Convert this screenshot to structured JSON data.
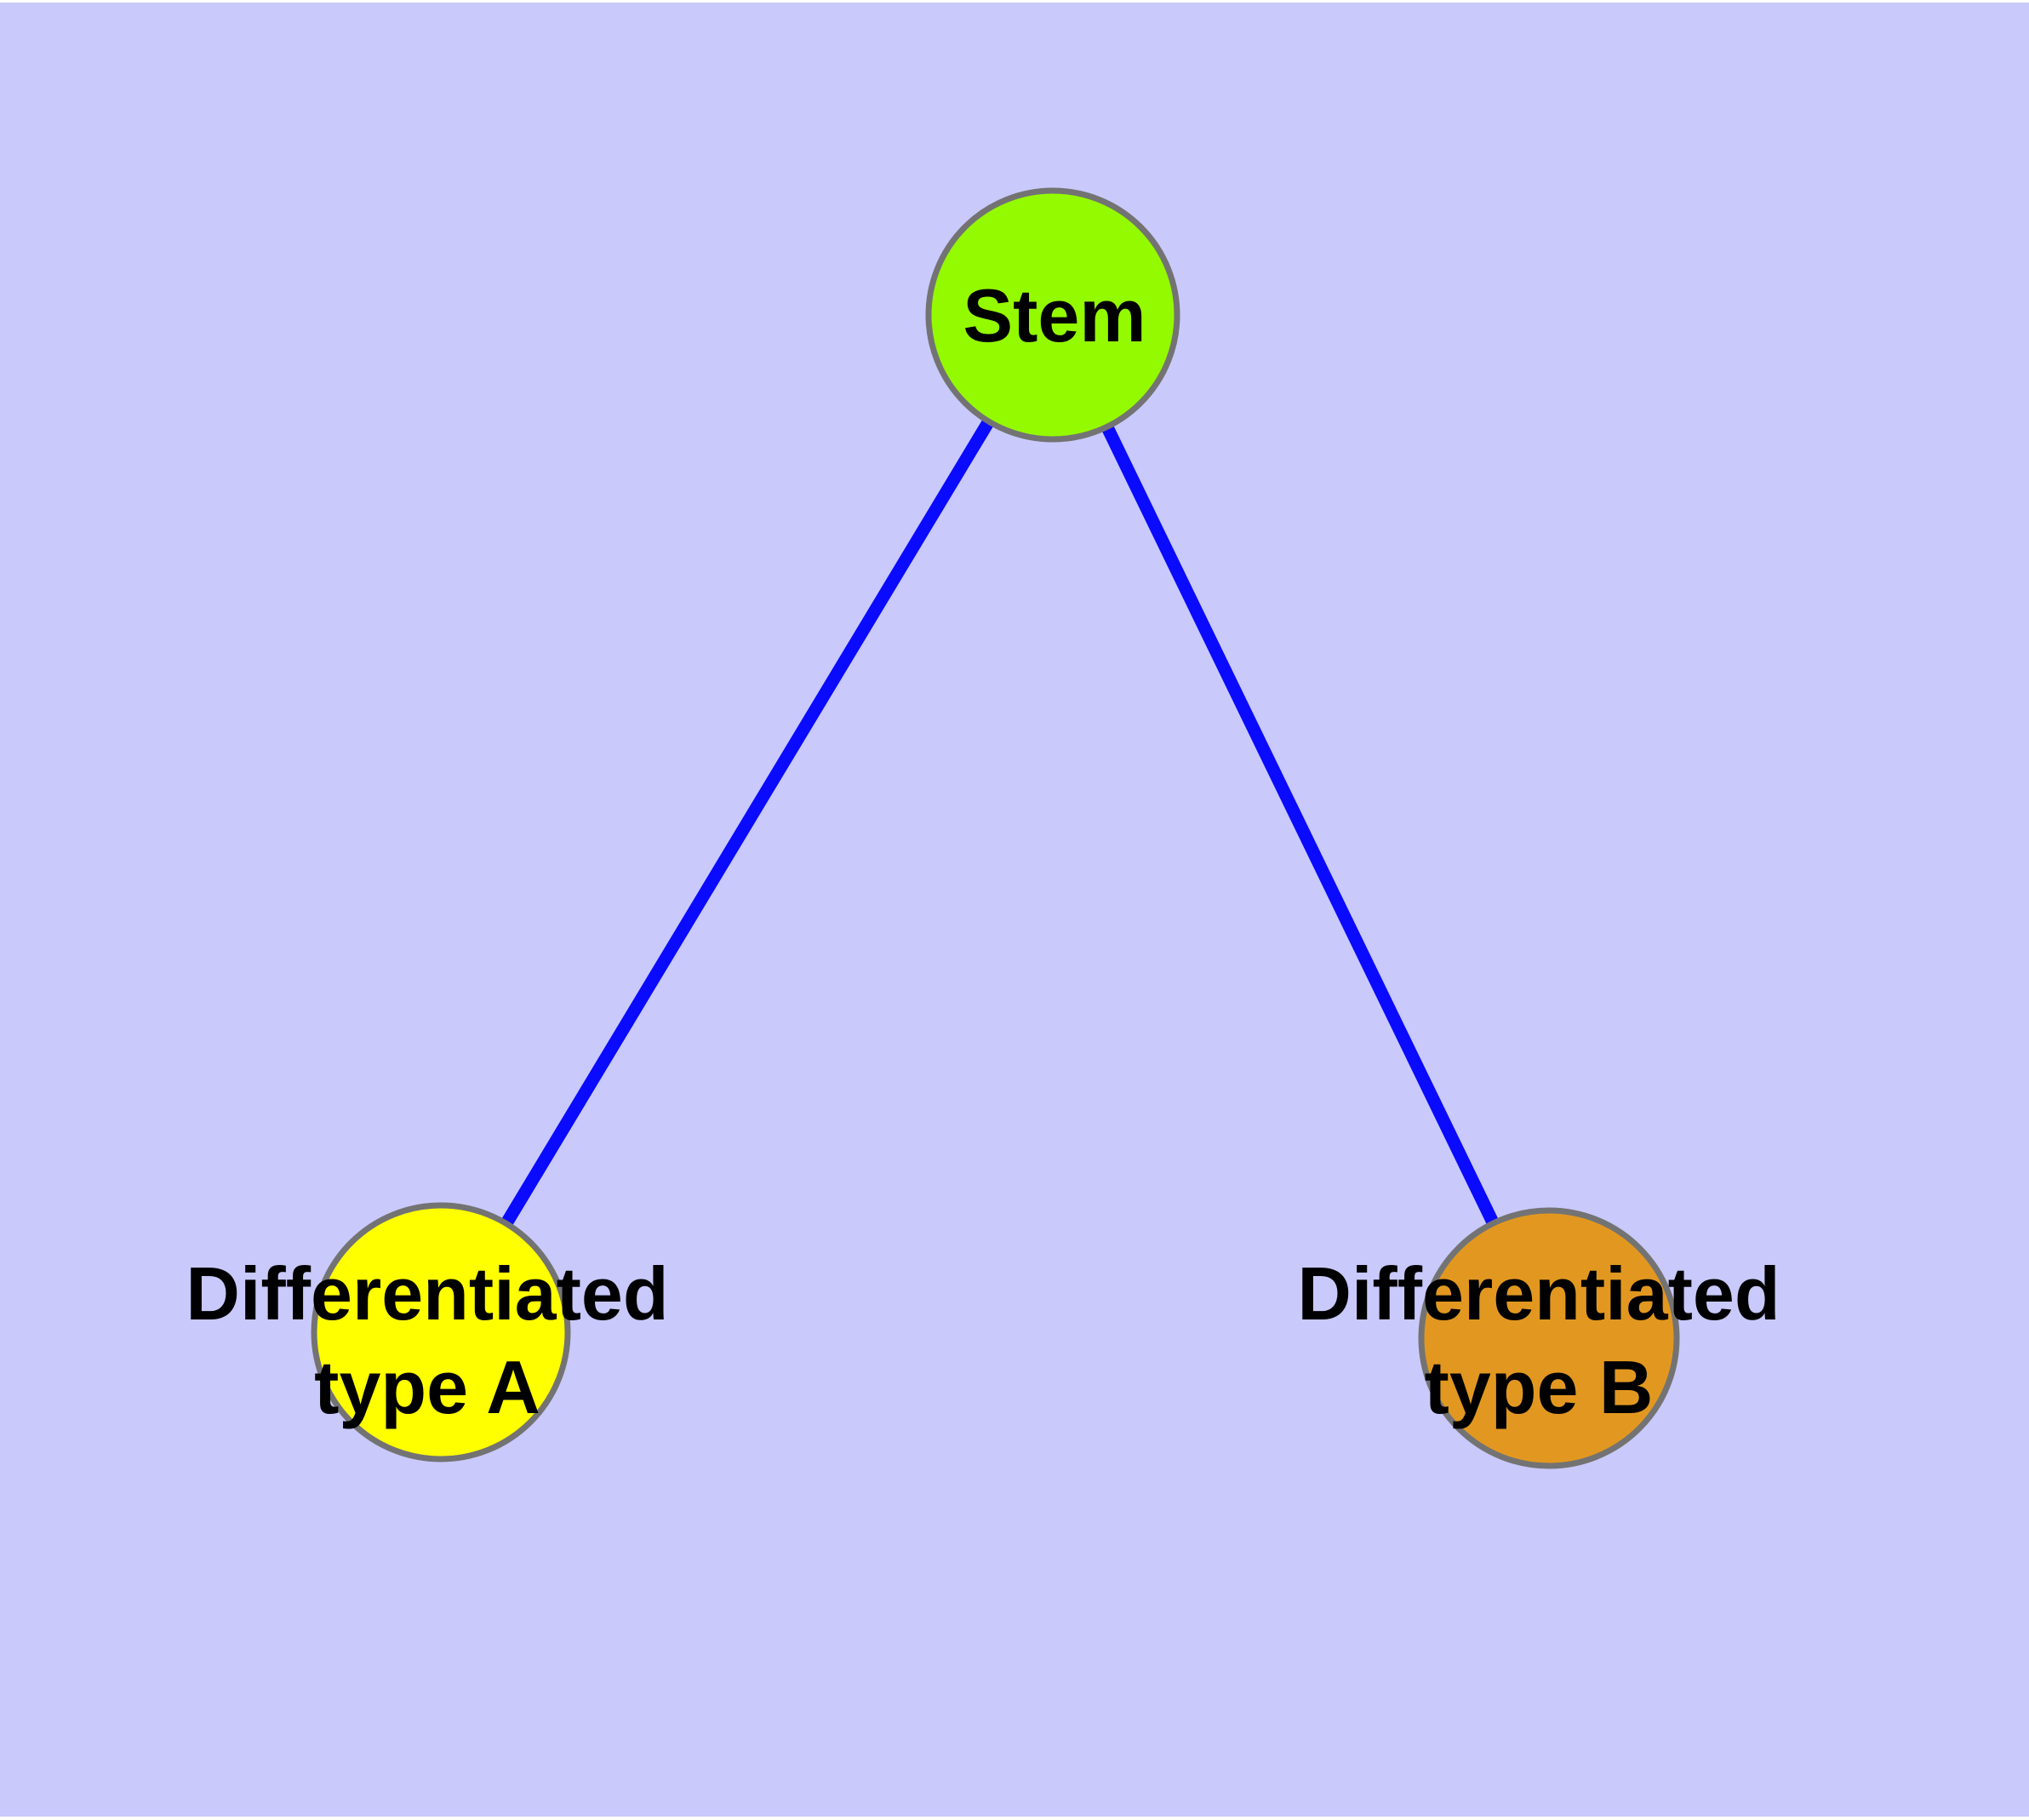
{
  "diagram": {
    "background_color": "#c9c9fb",
    "edge_color": "#0a0aff",
    "node_border_color": "#737373",
    "label_color": "#000000",
    "nodes": [
      {
        "id": "stem",
        "label": "Stem",
        "fill_color": "#94fa00"
      },
      {
        "id": "differentiated-type-a",
        "label_line1": "Differentiated",
        "label_line2": "type A",
        "fill_color": "#ffff00"
      },
      {
        "id": "differentiated-type-b",
        "label_line1": "Differentiated",
        "label_line2": "type B",
        "fill_color": "#e29820"
      }
    ],
    "edges": [
      {
        "from": "Stem",
        "to": "Differentiated type A"
      },
      {
        "from": "Stem",
        "to": "Differentiated type B"
      }
    ]
  }
}
